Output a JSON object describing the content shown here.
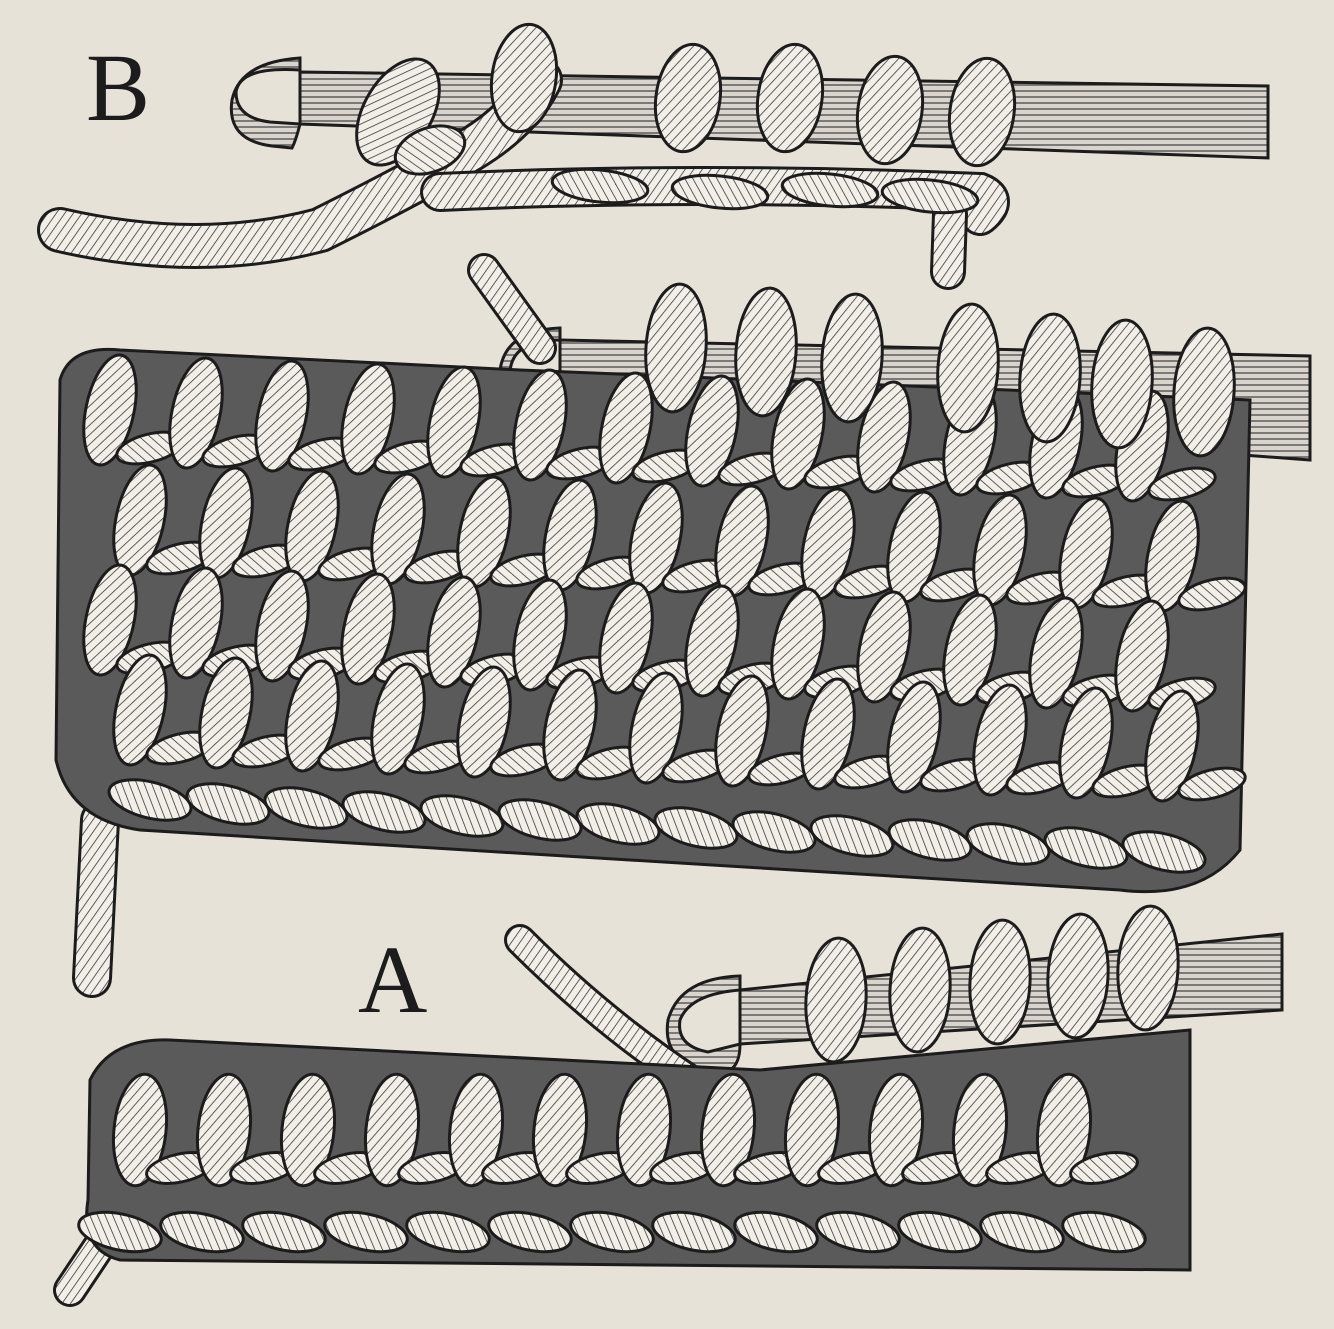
{
  "labels": {
    "figure_b": "B",
    "figure_a": "A"
  },
  "colors": {
    "paper": "#e6e2d8",
    "ink": "#1c1c1c",
    "yarn": "#f2efe8",
    "hook": "#d9d5cc"
  },
  "figures": {
    "b": {
      "loops_on_hook": 6,
      "work_rows": 4,
      "hook_loops_right_section": 7
    },
    "a": {
      "loops_on_hook": 5,
      "work_rows": 2
    }
  }
}
